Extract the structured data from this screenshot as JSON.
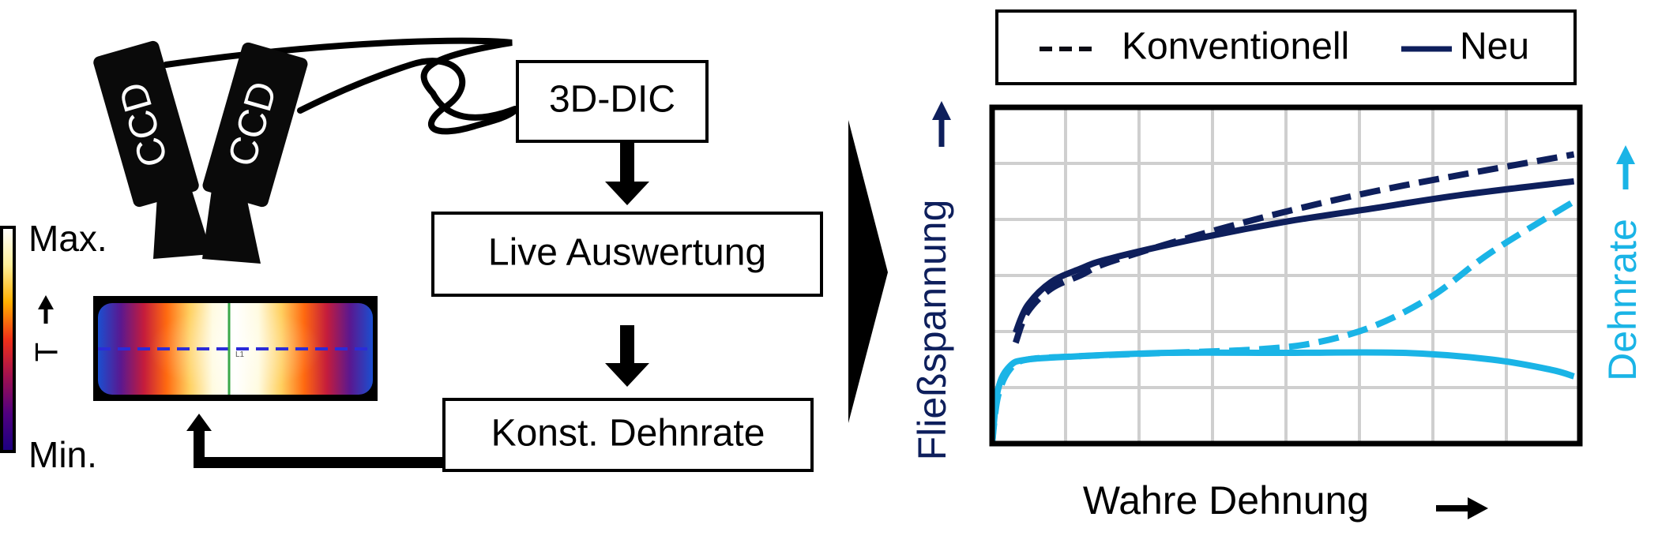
{
  "cameras": {
    "left_label": "CCD",
    "right_label": "CCD"
  },
  "temperature": {
    "max_label": "Max.",
    "min_label": "Min.",
    "axis_label": "T",
    "colors": [
      "#ffffff",
      "#fff09a",
      "#ffb000",
      "#f03018",
      "#a01050",
      "#500080",
      "#1a0080"
    ]
  },
  "thermal_image": {
    "colors": [
      "#1a4fd0",
      "#5a1890",
      "#c41c3c",
      "#ff6a10",
      "#ffd060",
      "#fffbe0",
      "#ffffff"
    ],
    "marker_label": "L1"
  },
  "process": {
    "step1": "3D-DIC",
    "step2": "Live Auswertung",
    "step3": "Konst. Dehnrate"
  },
  "legend": {
    "conventional": "Konventionell",
    "new": "Neu"
  },
  "chart_data": {
    "type": "line",
    "xlabel": "Wahre Dehnung",
    "ylabel_left": "Fließspannung",
    "ylabel_right": "Dehnrate",
    "xlim": [
      0,
      1
    ],
    "ylim": [
      0,
      1
    ],
    "grid": true,
    "legend_position": "top",
    "series": [
      {
        "name": "Konventionell",
        "quantity": "Fließspannung",
        "style": "dashed",
        "color": "#0e1f5c",
        "points": [
          [
            0.04,
            0.3
          ],
          [
            0.06,
            0.39
          ],
          [
            0.1,
            0.46
          ],
          [
            0.15,
            0.5
          ],
          [
            0.2,
            0.54
          ],
          [
            0.35,
            0.62
          ],
          [
            0.5,
            0.69
          ],
          [
            0.65,
            0.75
          ],
          [
            0.8,
            0.8
          ],
          [
            0.99,
            0.86
          ]
        ]
      },
      {
        "name": "Neu",
        "quantity": "Fließspannung",
        "style": "solid",
        "color": "#0e1f5c",
        "points": [
          [
            0.04,
            0.33
          ],
          [
            0.06,
            0.41
          ],
          [
            0.1,
            0.48
          ],
          [
            0.15,
            0.52
          ],
          [
            0.2,
            0.55
          ],
          [
            0.35,
            0.61
          ],
          [
            0.5,
            0.66
          ],
          [
            0.65,
            0.7
          ],
          [
            0.8,
            0.74
          ],
          [
            0.99,
            0.78
          ]
        ]
      },
      {
        "name": "Konventionell",
        "quantity": "Dehnrate",
        "style": "dashed",
        "color": "#1ab4e6",
        "points": [
          [
            0.0,
            0.0
          ],
          [
            0.01,
            0.14
          ],
          [
            0.03,
            0.22
          ],
          [
            0.06,
            0.25
          ],
          [
            0.15,
            0.26
          ],
          [
            0.3,
            0.27
          ],
          [
            0.45,
            0.28
          ],
          [
            0.55,
            0.3
          ],
          [
            0.65,
            0.35
          ],
          [
            0.75,
            0.44
          ],
          [
            0.85,
            0.57
          ],
          [
            0.99,
            0.72
          ]
        ]
      },
      {
        "name": "Neu",
        "quantity": "Dehnrate",
        "style": "solid",
        "color": "#1ab4e6",
        "points": [
          [
            0.0,
            0.0
          ],
          [
            0.01,
            0.16
          ],
          [
            0.03,
            0.23
          ],
          [
            0.06,
            0.25
          ],
          [
            0.15,
            0.26
          ],
          [
            0.3,
            0.27
          ],
          [
            0.5,
            0.27
          ],
          [
            0.7,
            0.27
          ],
          [
            0.85,
            0.25
          ],
          [
            0.95,
            0.22
          ],
          [
            0.99,
            0.2
          ]
        ]
      }
    ]
  }
}
